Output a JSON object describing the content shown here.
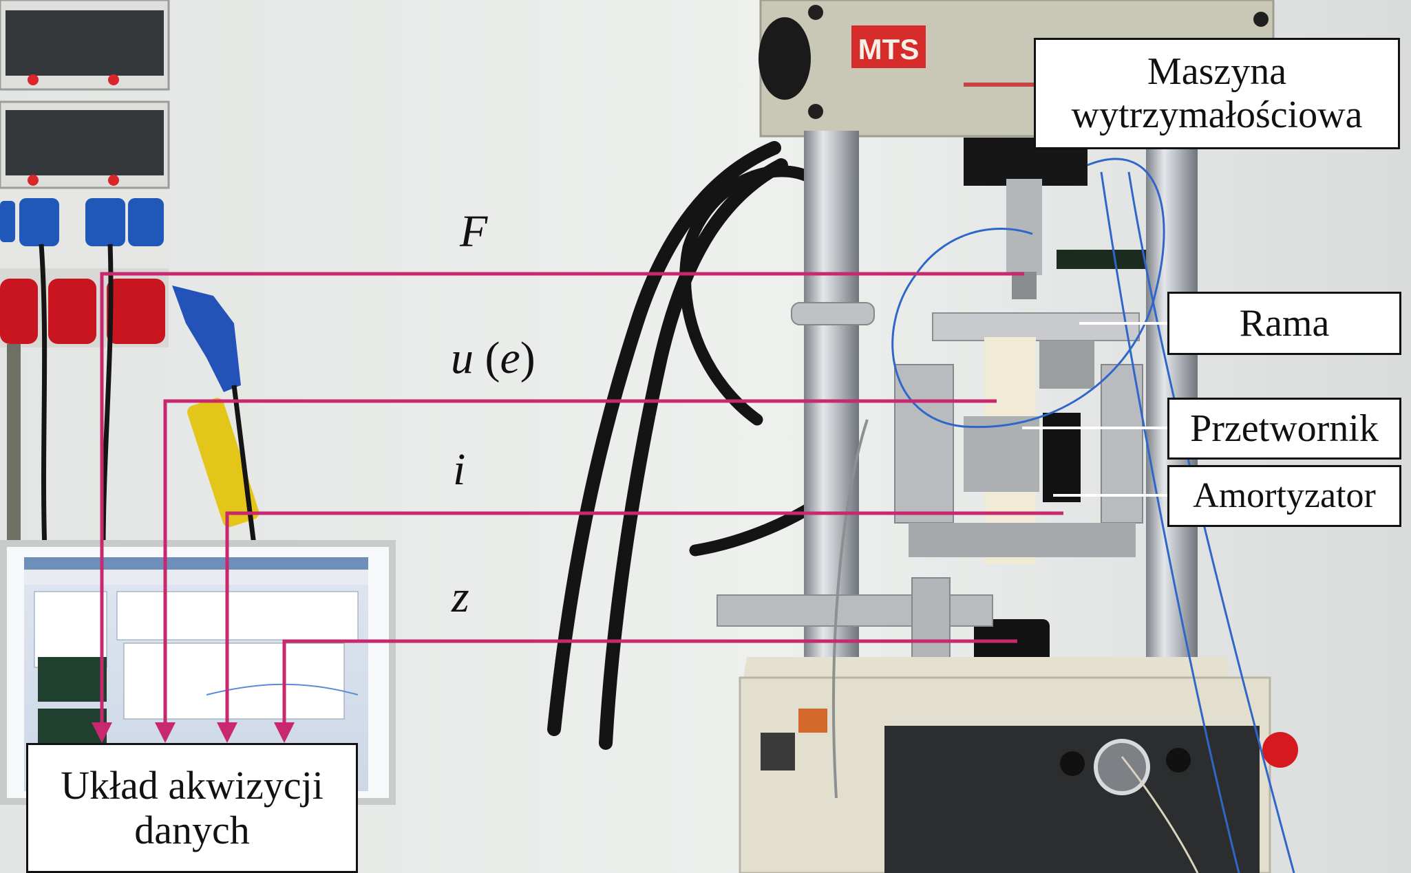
{
  "logo": {
    "text": "MTS"
  },
  "labels": {
    "machine": [
      "Maszyna",
      "wytrzymałościowa"
    ],
    "frame": "Rama",
    "transducer": "Przetwornik",
    "damper": "Amortyzator",
    "daq": [
      "Układ akwizycji",
      "danych"
    ]
  },
  "signals": {
    "force": "F",
    "displacement_symbol": "u",
    "displacement_paren_open": "(",
    "displacement_alt": "e",
    "displacement_paren_close": ")",
    "current": "i",
    "position": "z"
  },
  "colors": {
    "signal_line": "#c8286e",
    "box_border": "#111111",
    "logo_red": "#d52b2b"
  }
}
